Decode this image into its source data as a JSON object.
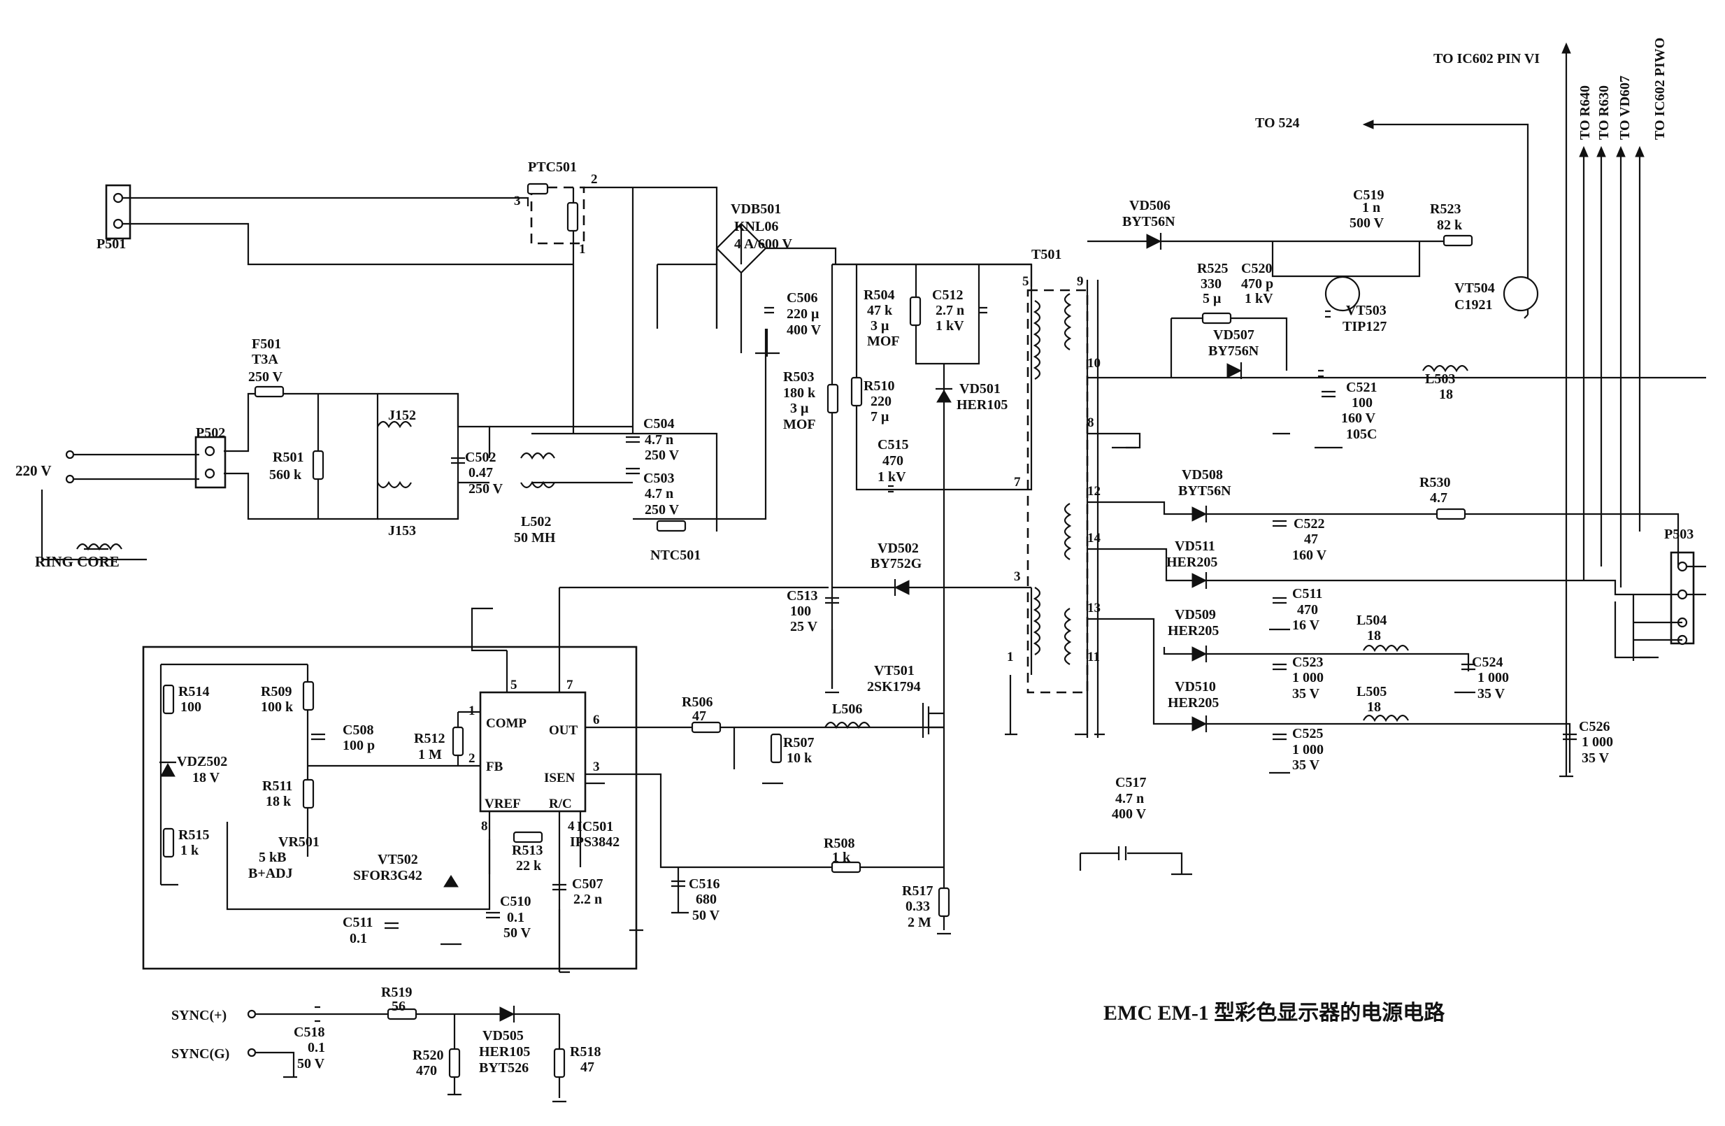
{
  "title": "EMC EM-1 型彩色显示器的电源电路",
  "input": {
    "voltage": "220 V",
    "ring_core": "RING CORE"
  },
  "external": {
    "to_ic602_pin_vi": "TO IC602 PIN VI",
    "to_524": "TO 524",
    "to_r640": "TO R640",
    "to_r630": "TO R630",
    "to_vd607": "TO VD607",
    "to_ic602_piwo": "TO IC602 PIWO",
    "sync_pos": "SYNC(+)",
    "sync_g": "SYNC(G)"
  },
  "parts": {
    "P501": "P501",
    "P502": "P502",
    "P503": "P503",
    "PTC501": "PTC501",
    "F501": [
      "F501",
      "T3A",
      "250 V"
    ],
    "R501": [
      "R501",
      "560 k"
    ],
    "J152": "J152",
    "J153": "J153",
    "C502": [
      "C502",
      "0.47",
      "250 V"
    ],
    "L502": [
      "L502",
      "50 MH"
    ],
    "C504": [
      "C504",
      "4.7 n",
      "250 V"
    ],
    "C503": [
      "C503",
      "4.7 n",
      "250 V"
    ],
    "NTC501": "NTC501",
    "VDB501": [
      "VDB501",
      "KNL06",
      "4 A/600 V"
    ],
    "C506": [
      "C506",
      "220 μ",
      "400 V"
    ],
    "R503": [
      "R503",
      "180 k",
      "3 μ",
      "MOF"
    ],
    "R504": [
      "R504",
      "47 k",
      "3 μ",
      "MOF"
    ],
    "C512": [
      "C512",
      "2.7 n",
      "1 kV"
    ],
    "R510": [
      "R510",
      "220",
      "7 μ"
    ],
    "VD501": [
      "VD501",
      "HER105"
    ],
    "C515": [
      "C515",
      "470",
      "1 kV"
    ],
    "T501": "T501",
    "VD502": [
      "VD502",
      "BY752G"
    ],
    "C513": [
      "C513",
      "100",
      "25 V"
    ],
    "VT501": [
      "VT501",
      "2SK1794"
    ],
    "L506": "L506",
    "R506": [
      "R506",
      "47"
    ],
    "R507": [
      "R507",
      "10 k"
    ],
    "R508": [
      "R508",
      "1 k"
    ],
    "R517": [
      "R517",
      "0.33",
      "2 M"
    ],
    "C516": [
      "C516",
      "680",
      "50 V"
    ],
    "IC501": [
      "IC501",
      "IPS3842"
    ],
    "ic_pins": {
      "comp": "COMP",
      "fb": "FB",
      "vref": "VREF",
      "rc": "R/C",
      "out": "OUT",
      "isen": "ISEN"
    },
    "R514": [
      "R514",
      "100"
    ],
    "VDZ502": [
      "VDZ502",
      "18 V"
    ],
    "R515": [
      "R515",
      "1 k"
    ],
    "R509": [
      "R509",
      "100 k"
    ],
    "R511": [
      "R511",
      "18 k"
    ],
    "VR501": [
      "VR501",
      "5 kB",
      "B+ADJ"
    ],
    "C508": [
      "C508",
      "100 p"
    ],
    "R512": [
      "R512",
      "1 M"
    ],
    "R513": [
      "R513",
      "22 k"
    ],
    "VT502": [
      "VT502",
      "SFOR3G42"
    ],
    "C511a": [
      "C511",
      "0.1"
    ],
    "C510": [
      "C510",
      "0.1",
      "50 V"
    ],
    "C507": [
      "C507",
      "2.2 n"
    ],
    "C518": [
      "C518",
      "0.1",
      "50 V"
    ],
    "R519": [
      "R519",
      "56"
    ],
    "R520": [
      "R520",
      "470"
    ],
    "VD505": [
      "VD505",
      "HER105",
      "BYT526"
    ],
    "R518": [
      "R518",
      "47"
    ],
    "C517": [
      "C517",
      "4.7 n",
      "400 V"
    ],
    "VD506": [
      "VD506",
      "BYT56N"
    ],
    "C519": [
      "C519",
      "1 n",
      "500 V"
    ],
    "R523": [
      "R523",
      "82 k"
    ],
    "R525": [
      "R525",
      "330",
      "5 μ"
    ],
    "C520": [
      "C520",
      "470 p",
      "1 kV"
    ],
    "VD507": [
      "VD507",
      "BY756N"
    ],
    "VT503": [
      "VT503",
      "TIP127"
    ],
    "VT504": [
      "VT504",
      "C1921"
    ],
    "C521": [
      "C521",
      "100",
      "160 V",
      "105C"
    ],
    "L503": [
      "L503",
      "18"
    ],
    "VD508": [
      "VD508",
      "BYT56N"
    ],
    "R530": [
      "R530",
      "4.7"
    ],
    "C522": [
      "C522",
      "47",
      "160 V"
    ],
    "VD511": [
      "VD511",
      "HER205"
    ],
    "C511b": [
      "C511",
      "470",
      "16 V"
    ],
    "VD509": [
      "VD509",
      "HER205"
    ],
    "C523": [
      "C523",
      "1 000",
      "35 V"
    ],
    "L504": [
      "L504",
      "18"
    ],
    "C524": [
      "C524",
      "1 000",
      "35 V"
    ],
    "VD510": [
      "VD510",
      "HER205"
    ],
    "C525": [
      "C525",
      "1 000",
      "35 V"
    ],
    "L505": [
      "L505",
      "18"
    ],
    "C526": [
      "C526",
      "1 000",
      "35 V"
    ]
  },
  "pin_numbers": [
    "1",
    "2",
    "3",
    "5",
    "7",
    "9",
    "10",
    "8",
    "12",
    "14",
    "13",
    "11",
    "3",
    "1",
    "1",
    "2",
    "5",
    "7",
    "6",
    "3",
    "8",
    "4"
  ]
}
